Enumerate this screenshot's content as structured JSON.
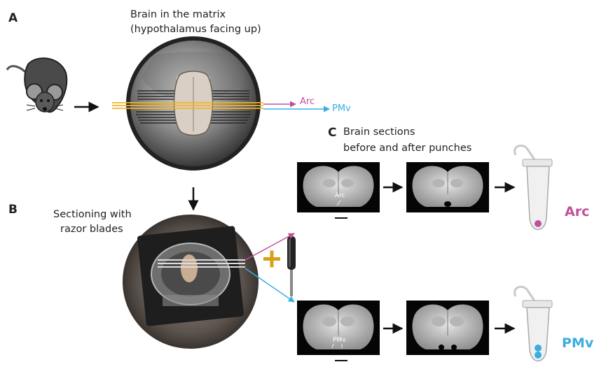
{
  "panels": {
    "a": "A",
    "b": "B",
    "c": "C"
  },
  "captions": {
    "matrix_line1": "Brain in the matrix",
    "matrix_line2": "(hypothalamus facing up)",
    "section_line1": "Sectioning with",
    "section_line2": "razor blades",
    "brain_line1": "Brain sections",
    "brain_line2": "before and after punches"
  },
  "labels": {
    "arc_arrow": "Arc",
    "pmv_arrow": "PMv",
    "arc_slice": "Arc",
    "pmv_slice": "PMv",
    "arc_tube": "Arc",
    "pmv_tube": "PMv"
  },
  "colors": {
    "arc": "#c0509c",
    "pmv": "#3aaee0",
    "blade_highlight": "#f0b429",
    "plus": "#d8a019"
  },
  "icons": [
    "mouse-icon",
    "screwdriver-icon",
    "tube-icon"
  ]
}
